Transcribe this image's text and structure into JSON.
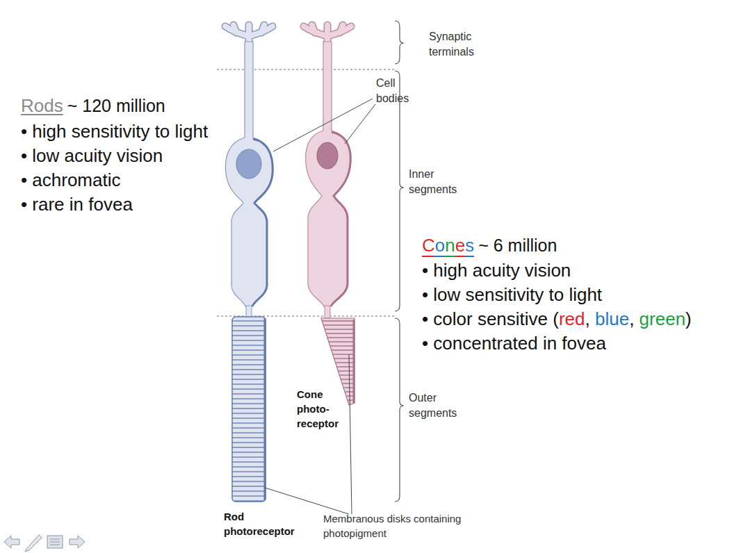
{
  "diagram": {
    "labels": [
      "Synaptic terminals",
      "Cell bodies",
      "Inner segments",
      "Outer segments",
      "Rods",
      "~ 120 million",
      "• high sensitivity to light",
      "• low acuity vision",
      "• achromatic",
      "• rare in fovea",
      "Cones",
      "~ 6 million",
      "• high acuity vision",
      "• low sensitivity to light",
      "• color sensitive (",
      "red",
      ", ",
      "blue",
      ", ",
      "green",
      ")",
      "• concentrated in fovea",
      "Cone photo- receptor",
      "Rod photoreceptor",
      "Membranous disks containing photopigment"
    ]
  }
}
